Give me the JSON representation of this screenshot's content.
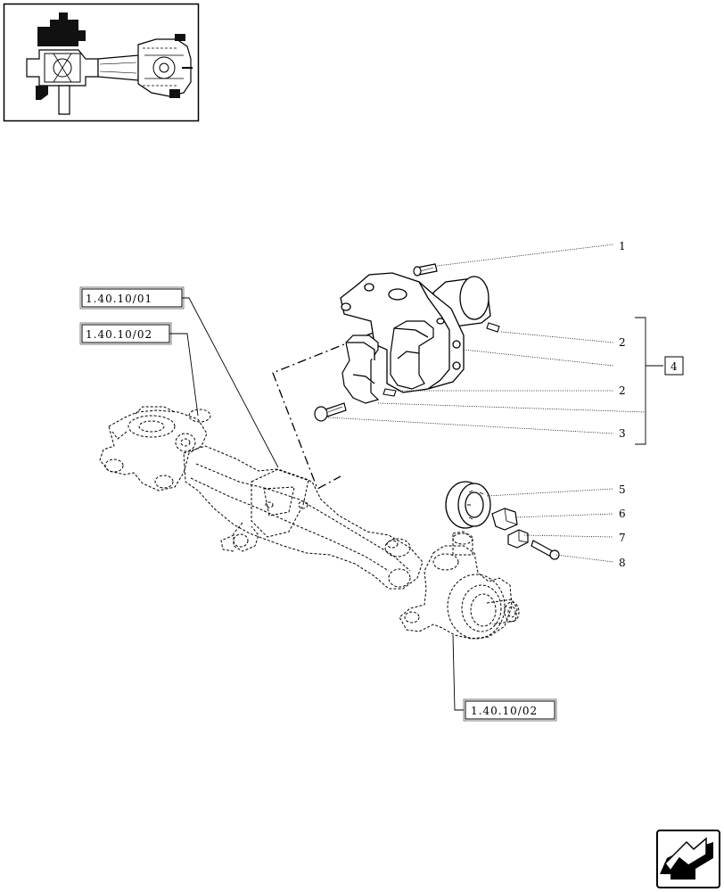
{
  "callouts": {
    "c1": "1",
    "c2a": "2",
    "c2b": "2",
    "c3": "3",
    "c4": "4",
    "c5": "5",
    "c6": "6",
    "c7": "7",
    "c8": "8"
  },
  "references": {
    "ref_a": "1.40.10/01",
    "ref_b": "1.40.10/02",
    "ref_c": "1.40.10/02"
  },
  "icons": {
    "thumbnail": "axle-overview-thumbnail",
    "nav": "back-arrow-icon"
  }
}
